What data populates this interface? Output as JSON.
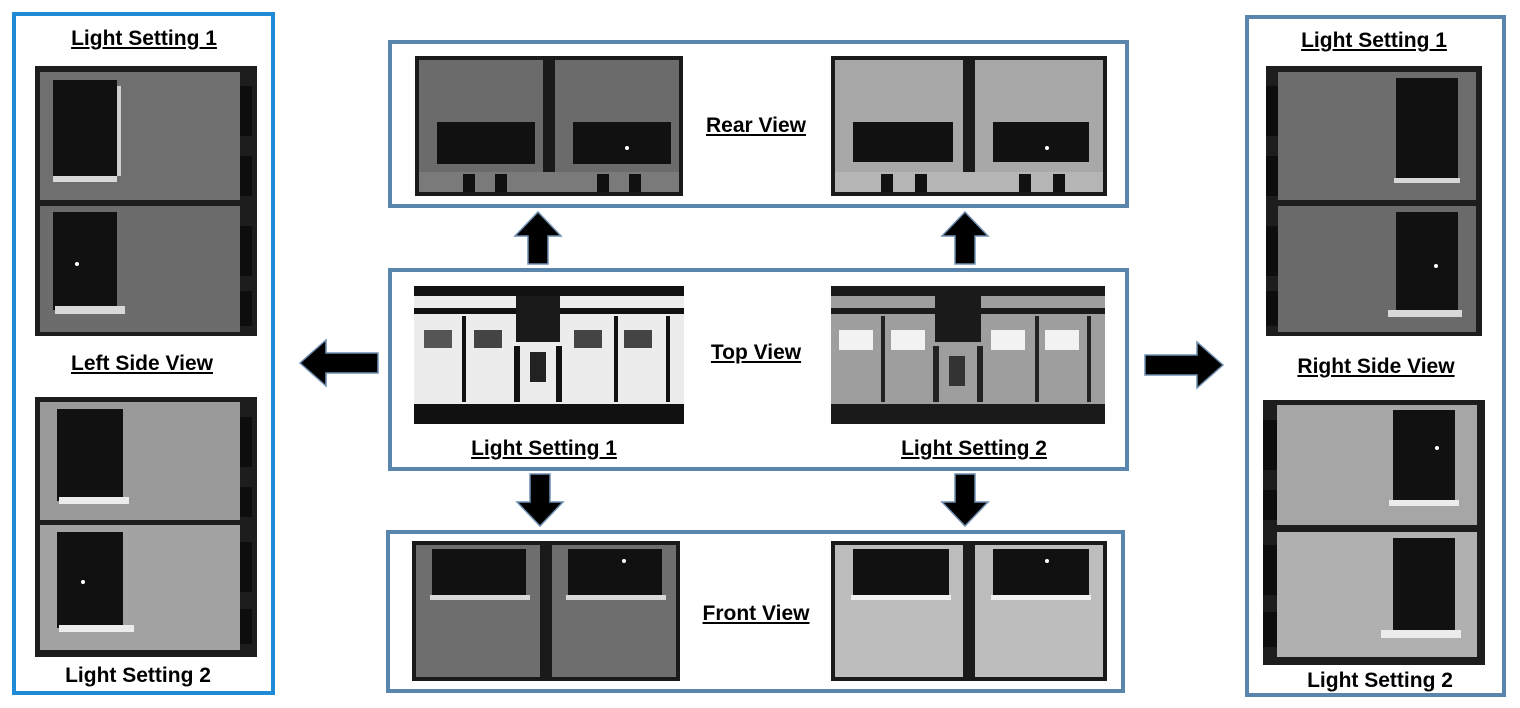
{
  "labels": {
    "light_setting_1": "Light Setting 1",
    "light_setting_2": "Light Setting 2",
    "rear_view": "Rear View",
    "top_view": "Top View",
    "front_view": "Front View",
    "left_side_view": "Left Side View",
    "right_side_view": "Right Side View"
  },
  "colors": {
    "panel_border": "#5a86ad",
    "left_panel_border": "#1f8ad6",
    "arrow": "#000000"
  }
}
